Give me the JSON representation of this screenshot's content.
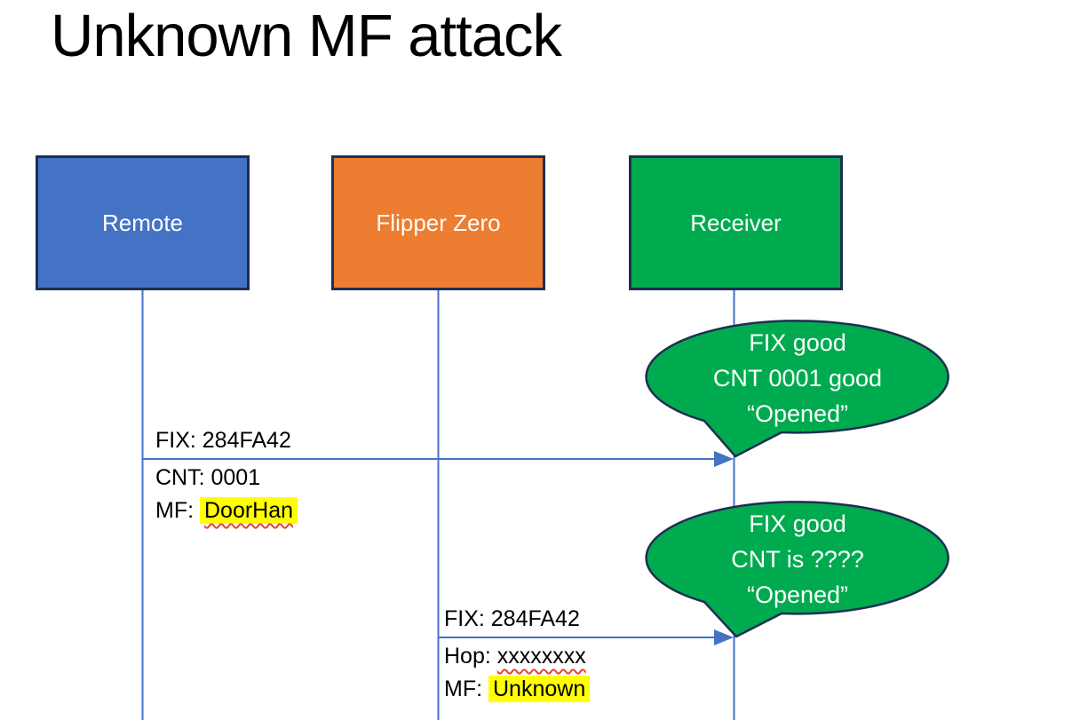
{
  "title": "Unknown MF attack",
  "actors": [
    {
      "label": "Remote"
    },
    {
      "label": "Flipper Zero"
    },
    {
      "label": "Receiver"
    }
  ],
  "messages": [
    {
      "above": "FIX: 284FA42",
      "below1": "CNT: 0001",
      "below2_prefix": "MF: ",
      "below2_value": "DoorHan"
    },
    {
      "above": "FIX: 284FA42",
      "below1_prefix": "Hop: ",
      "below1_value": "xxxxxxxx",
      "below2_prefix": "MF: ",
      "below2_value": "Unknown"
    }
  ],
  "bubbles": [
    {
      "line1": "FIX good",
      "line2": "CNT 0001 good",
      "line3": "“Opened”"
    },
    {
      "line1": "FIX good",
      "line2": "CNT is ????",
      "line3": "“Opened”"
    }
  ],
  "colors": {
    "remote_fill": "#4472C4",
    "flipper_fill": "#ED7D31",
    "receiver_fill": "#00AB50",
    "bubble_fill": "#00AB50",
    "shape_border": "#1E2F51",
    "lifeline_and_arrow": "#4472C4",
    "highlight": "#FFFF00",
    "squiggle_underline": "#E8432D",
    "text": "#000000",
    "shape_text": "#FFFFFF"
  }
}
